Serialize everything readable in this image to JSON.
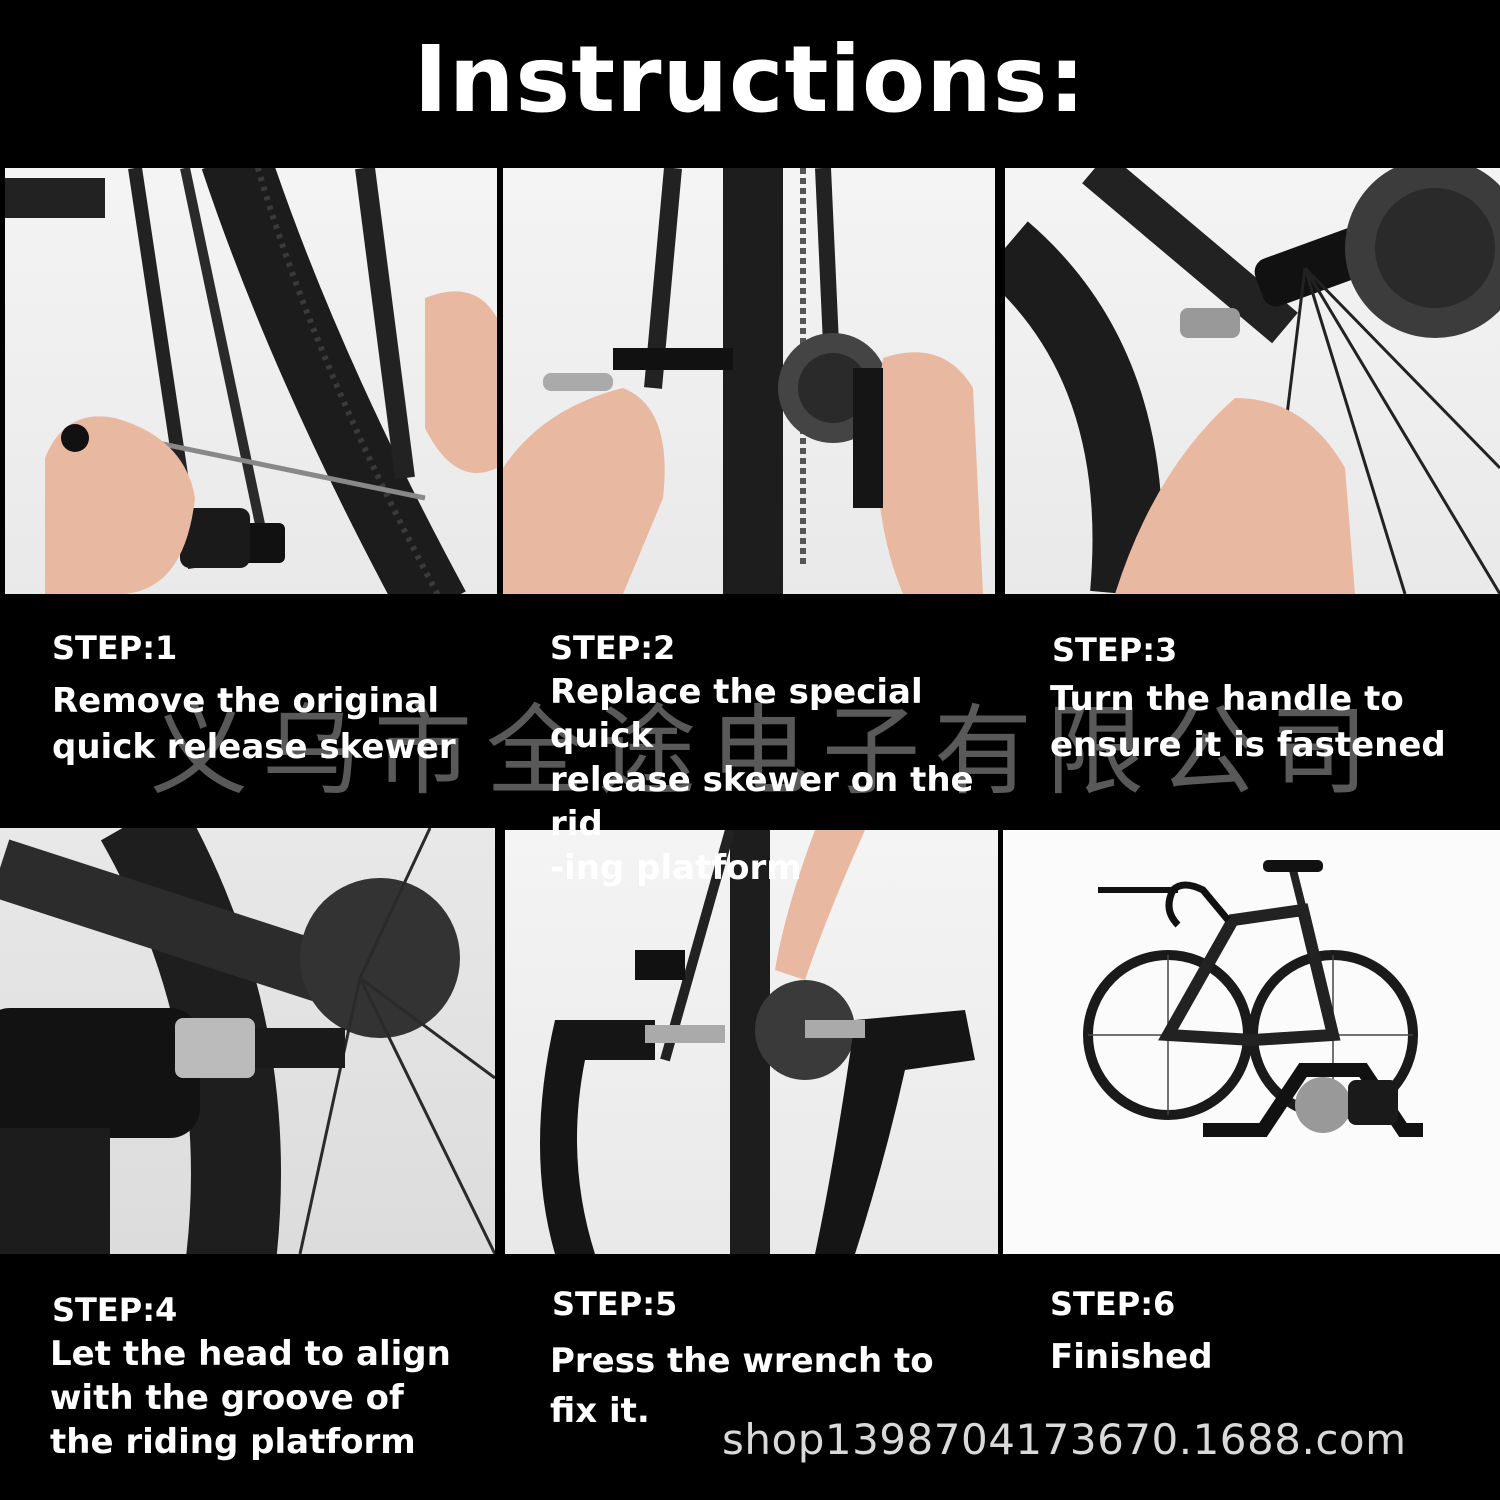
{
  "title": "Instructions:",
  "steps": [
    {
      "label": "STEP:1",
      "line1": "Remove the original",
      "line2": "quick release skewer",
      "line3": ""
    },
    {
      "label": "STEP:2",
      "line1": "Replace the special quick",
      "line2": "release skewer on the rid",
      "line3": "-ing platform"
    },
    {
      "label": "STEP:3",
      "line1": "Turn the handle to",
      "line2": "ensure it is fastened",
      "line3": ""
    },
    {
      "label": "STEP:4",
      "line1": "Let the head to align",
      "line2": "with the groove of",
      "line3": "the riding platform"
    },
    {
      "label": "STEP:5",
      "line1": "Press the wrench to",
      "line2": "fix it.",
      "line3": ""
    },
    {
      "label": "STEP:6",
      "line1": "Finished",
      "line2": "",
      "line3": ""
    }
  ],
  "watermark": "义乌市全途电子有限公司",
  "shop_url": "shop1398704173670.1688.com"
}
